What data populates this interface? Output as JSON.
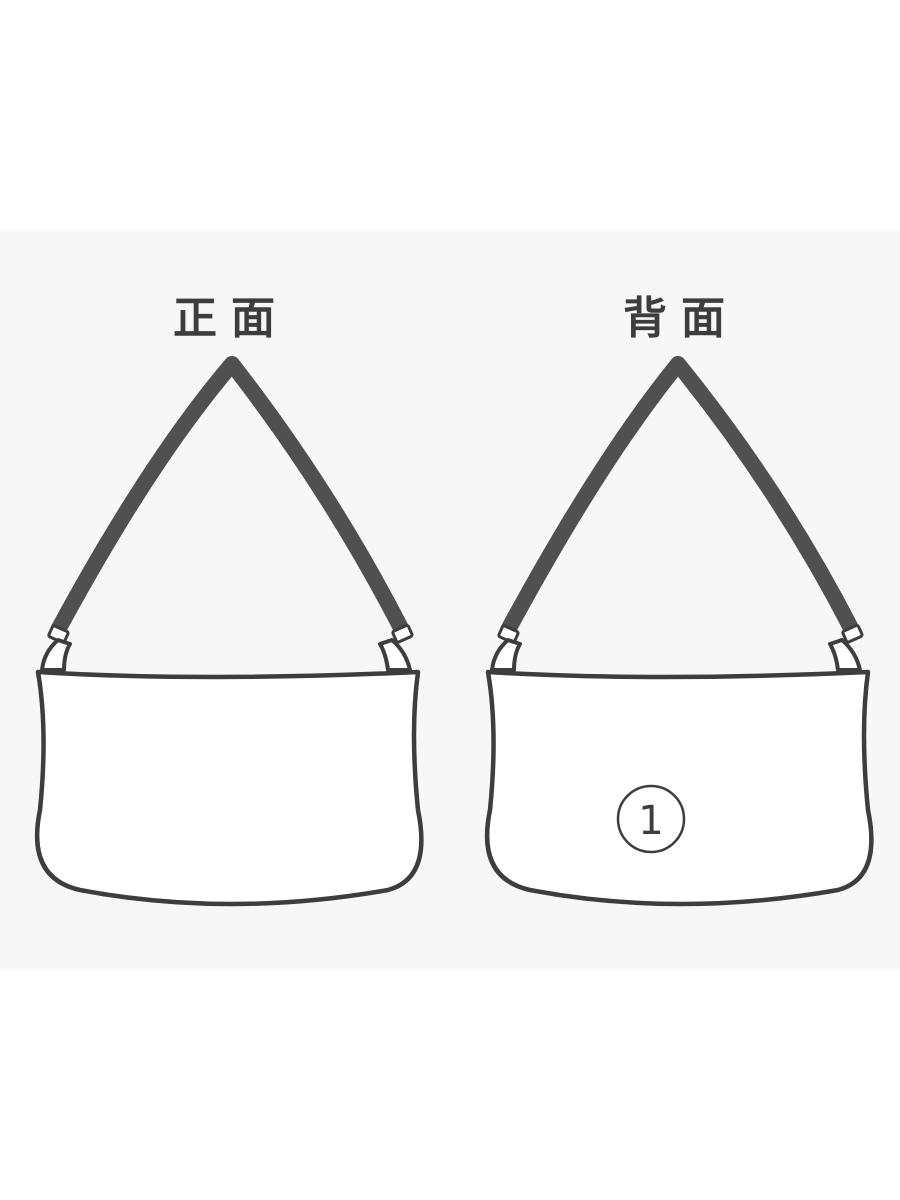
{
  "colors": {
    "outline": "#3d3d3d",
    "strap": "#505050",
    "panel_background": "#f7f7f7",
    "page_background": "#ffffff"
  },
  "views": [
    {
      "label": "正面",
      "marker": ""
    },
    {
      "label": "背面",
      "marker": "1"
    }
  ]
}
